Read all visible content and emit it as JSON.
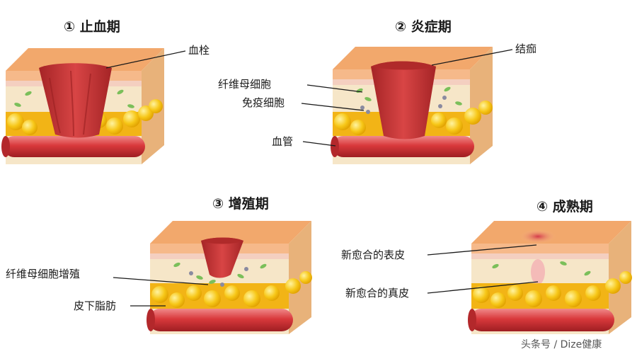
{
  "panels": [
    {
      "title": "① 止血期",
      "labels": [
        "血栓"
      ]
    },
    {
      "title": "② 炎症期",
      "labels": [
        "结痂",
        "纤维母细胞",
        "免疫细胞",
        "血管"
      ]
    },
    {
      "title": "③ 增殖期",
      "labels": [
        "纤维母细胞增殖",
        "皮下脂肪"
      ]
    },
    {
      "title": "④ 成熟期",
      "labels": [
        "新愈合的表皮",
        "新愈合的真皮"
      ]
    }
  ],
  "watermark": "头条号 / Dize健康",
  "colors": {
    "epidermis": "#f6b98a",
    "dermis": "#f6e6c8",
    "fat": "#f7c718",
    "vessel": "#d9393c",
    "clot": "#c43232",
    "scab": "#b02a2a"
  }
}
